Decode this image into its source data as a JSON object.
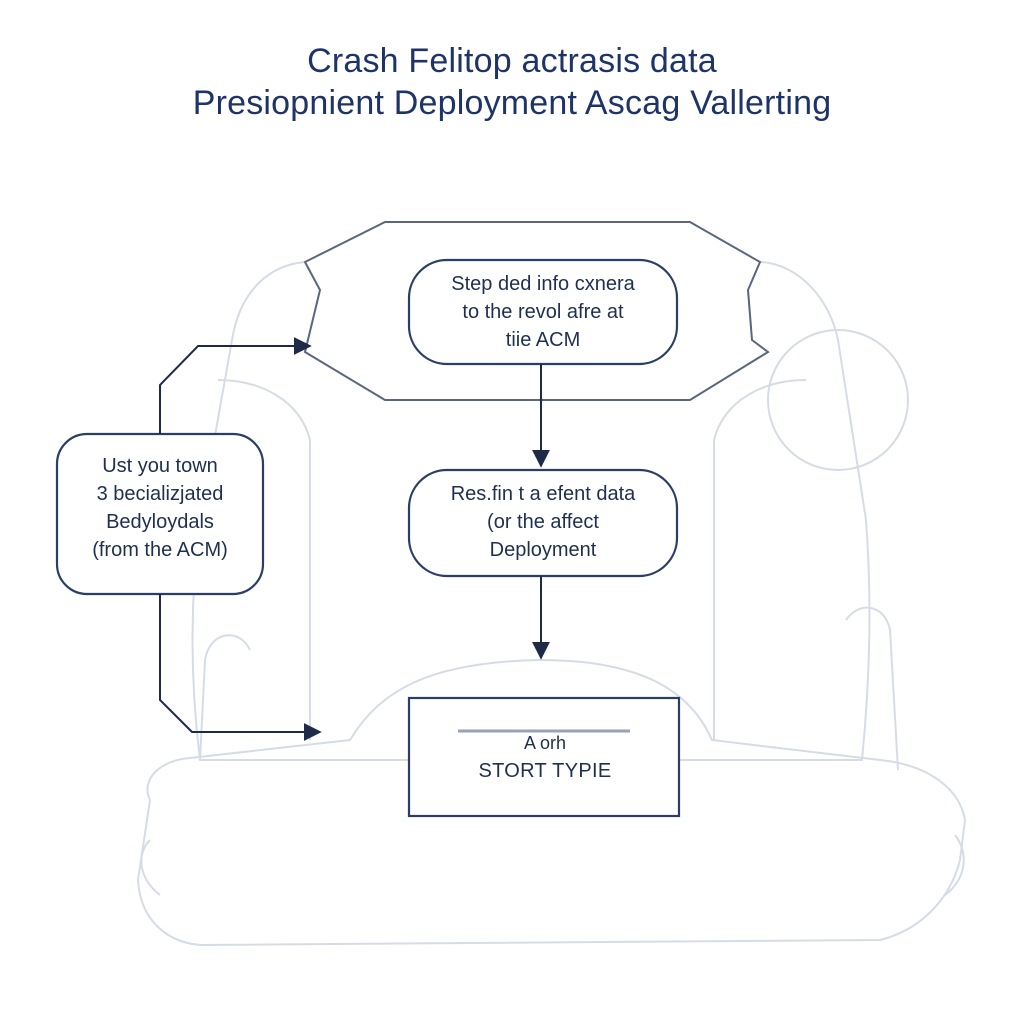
{
  "title": {
    "line1": "Crash Felitop actrasis data",
    "line2": "Presiopnient Deployment Ascag Vallerting"
  },
  "nodes": {
    "top": {
      "lines": [
        "Step ded info cxnera",
        "to the revol afre at",
        "tiie ACM"
      ]
    },
    "middle": {
      "lines": [
        "Res.fin t a efent data",
        "(or the affect",
        "Deployment"
      ]
    },
    "left": {
      "lines": [
        "Ust you town",
        "3 becializjated",
        "Bedyloydals",
        "(from the ACM)"
      ]
    }
  },
  "display_box": {
    "line1": "A orh",
    "line2": "STORT TYPIE"
  },
  "colors": {
    "title": "#1e3468",
    "node_border": "#2c3e66",
    "arrow": "#1e2a48",
    "outline": "#d6dce6",
    "background": "#ffffff"
  }
}
